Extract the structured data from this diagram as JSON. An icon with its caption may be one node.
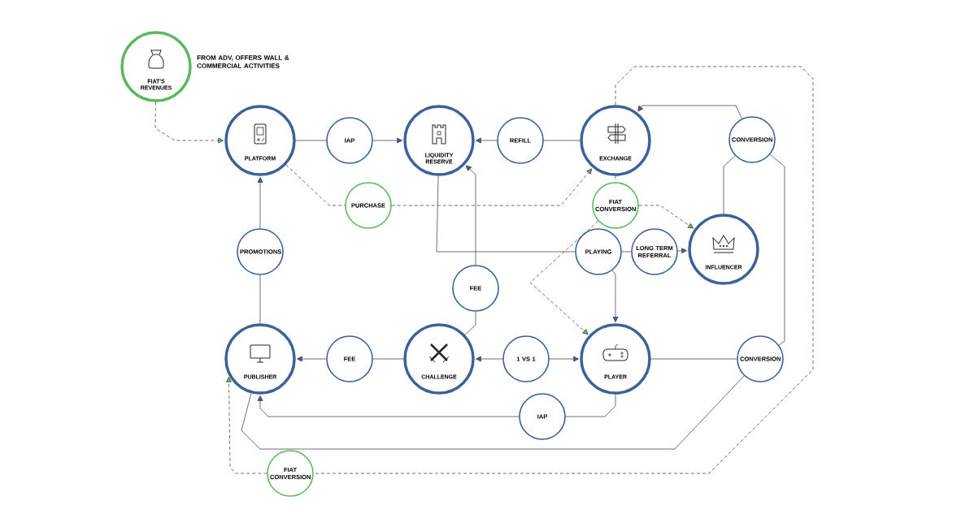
{
  "diagram": {
    "nodes": [
      {
        "text": [
          "FIAT'S REVENUES"
        ],
        "beside": [
          "FROM ADV, OFFERS WALL & COMMERCIAL ACTIVITIES"
        ]
      },
      {
        "text": [
          "PLATFORM"
        ]
      },
      {
        "text": [
          "IAP"
        ]
      },
      {
        "text": [
          "LIQUIDITY RESERVE"
        ]
      },
      {
        "text": [
          "REFILL"
        ]
      },
      {
        "text": [
          "EXCHANGE"
        ]
      },
      {
        "text": [
          "CONVERSION"
        ]
      },
      {
        "text": [
          "PURCHASE"
        ]
      },
      {
        "text": [
          "FIAT CONVERSION"
        ]
      },
      {
        "text": [
          "PROMOTIONS"
        ]
      },
      {
        "text": [
          "PLAYING"
        ]
      },
      {
        "text": [
          "LONG TERM REFERRAL"
        ]
      },
      {
        "text": [
          "INFLUENCER"
        ]
      },
      {
        "text": [
          "FEE"
        ]
      },
      {
        "text": [
          "PUBLISHER"
        ]
      },
      {
        "text": [
          "FEE"
        ]
      },
      {
        "text": [
          "CHALLENGE"
        ]
      },
      {
        "text": [
          "1 VS 1"
        ]
      },
      {
        "text": [
          "PLAYER"
        ]
      },
      {
        "text": [
          "CONVERSION"
        ]
      },
      {
        "text": [
          "IAP"
        ]
      },
      {
        "text": [
          "FIAT CONVERSION"
        ]
      }
    ],
    "edges": [
      {
        "from": 0,
        "to": 1,
        "arrow": "to",
        "style": "dashed"
      },
      {
        "from": 1,
        "to": 2,
        "arrow": "none"
      },
      {
        "from": 2,
        "to": 3,
        "arrow": "to"
      },
      {
        "from": 5,
        "to": 4,
        "arrow": "none"
      },
      {
        "from": 4,
        "to": 3,
        "arrow": "to"
      },
      {
        "from": 1,
        "to": 7,
        "arrow": "none",
        "style": "dashed"
      },
      {
        "from": 7,
        "to": 5,
        "arrow": "to",
        "style": "dashed"
      },
      {
        "from": 9,
        "to": 1,
        "arrow": "to"
      },
      {
        "from": 14,
        "to": 9,
        "arrow": "none"
      },
      {
        "from": 3,
        "to": 10,
        "arrow": "none"
      },
      {
        "from": 10,
        "to": 18,
        "arrow": "to"
      },
      {
        "from": 10,
        "to": 11,
        "arrow": "none"
      },
      {
        "from": 11,
        "to": 12,
        "arrow": "to"
      },
      {
        "from": 16,
        "to": 13,
        "arrow": "none"
      },
      {
        "from": 13,
        "to": 3,
        "arrow": "to"
      },
      {
        "from": 16,
        "to": 15,
        "arrow": "none"
      },
      {
        "from": 15,
        "to": 14,
        "arrow": "to"
      },
      {
        "from": 17,
        "to": 16,
        "arrow": "to"
      },
      {
        "from": 17,
        "to": 18,
        "arrow": "to"
      },
      {
        "from": 18,
        "to": 20,
        "arrow": "none"
      },
      {
        "from": 20,
        "to": 14,
        "arrow": "to"
      },
      {
        "from": 18,
        "to": 19,
        "arrow": "none"
      },
      {
        "from": 19,
        "to": 6,
        "arrow": "none"
      },
      {
        "from": 6,
        "to": 5,
        "arrow": "to"
      },
      {
        "from": 12,
        "to": 6,
        "arrow": "none"
      },
      {
        "from": 19,
        "to": 14,
        "arrow": "none"
      },
      {
        "from": 5,
        "to": 21,
        "arrow": "none",
        "style": "dashed"
      },
      {
        "from": 21,
        "to": 14,
        "arrow": "to",
        "style": "dashed"
      },
      {
        "from": 5,
        "to": 8,
        "arrow": "none",
        "style": "dashed"
      },
      {
        "from": 8,
        "to": 12,
        "arrow": "to",
        "style": "dashed"
      },
      {
        "from": 8,
        "to": 18,
        "arrow": "to",
        "style": "dashed"
      }
    ]
  }
}
